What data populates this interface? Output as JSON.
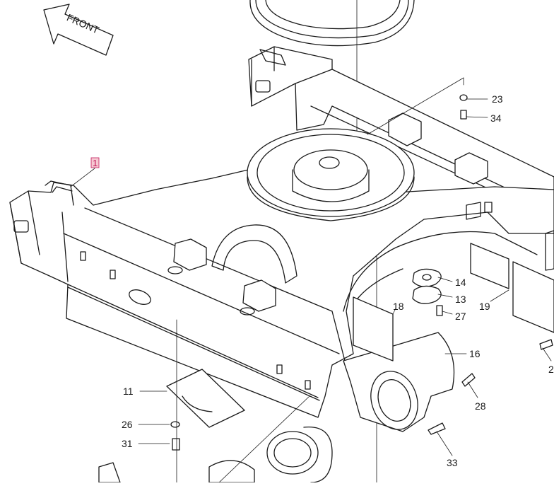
{
  "diagram": {
    "direction_arrow": {
      "text": "FRONT"
    },
    "callouts": [
      {
        "id": "c1",
        "text": "1",
        "highlighted": true
      },
      {
        "id": "c23",
        "text": "23"
      },
      {
        "id": "c34",
        "text": "34"
      },
      {
        "id": "c14",
        "text": "14"
      },
      {
        "id": "c13",
        "text": "13"
      },
      {
        "id": "c27",
        "text": "27"
      },
      {
        "id": "c18",
        "text": "18"
      },
      {
        "id": "c19",
        "text": "19"
      },
      {
        "id": "c16",
        "text": "16"
      },
      {
        "id": "c28",
        "text": "28"
      },
      {
        "id": "c11",
        "text": "11"
      },
      {
        "id": "c26",
        "text": "26"
      },
      {
        "id": "c31",
        "text": "31"
      },
      {
        "id": "c33",
        "text": "33"
      },
      {
        "id": "c2x",
        "text": "2"
      }
    ],
    "colors": {
      "line": "#1a1a1a",
      "highlight_box": "#f6c9d2",
      "highlight_text": "#c2185b",
      "background": "#ffffff"
    }
  }
}
